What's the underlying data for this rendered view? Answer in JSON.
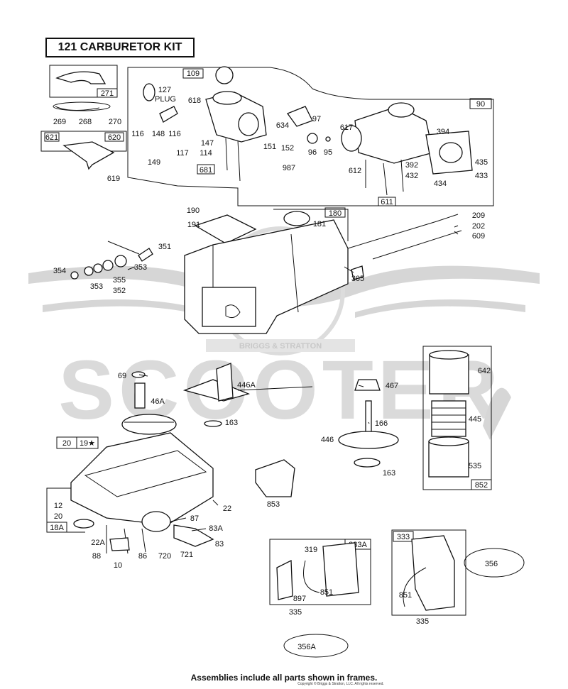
{
  "title": "121 CARBURETOR KIT",
  "footer": "Assemblies include all parts shown in frames.",
  "copyright": "Copyright © Briggs & Stratton, LLC. All rights reserved.",
  "watermark": {
    "brand": "SCOOTER",
    "badge": "BRIGGS & STRATTON",
    "color": "#d6d6d6"
  },
  "frames": [
    {
      "id": "frame-271",
      "label": "271"
    },
    {
      "id": "frame-620",
      "label": "620"
    },
    {
      "id": "frame-109",
      "label": "109"
    },
    {
      "id": "frame-681",
      "label": "681"
    },
    {
      "id": "frame-90",
      "label": "90"
    },
    {
      "id": "frame-611",
      "label": "611"
    },
    {
      "id": "frame-180",
      "label": "180"
    },
    {
      "id": "frame-852",
      "label": "852"
    },
    {
      "id": "frame-20",
      "label": "20"
    },
    {
      "id": "frame-19",
      "label": "19★"
    },
    {
      "id": "frame-18a",
      "label": "18A"
    },
    {
      "id": "frame-333a",
      "label": "333A"
    },
    {
      "id": "frame-333",
      "label": "333"
    }
  ],
  "callouts": [
    {
      "id": "c269",
      "label": "269"
    },
    {
      "id": "c268",
      "label": "268"
    },
    {
      "id": "c270",
      "label": "270"
    },
    {
      "id": "c621",
      "label": "621"
    },
    {
      "id": "c619",
      "label": "619"
    },
    {
      "id": "c127",
      "label": "127"
    },
    {
      "id": "cplug",
      "label": "PLUG"
    },
    {
      "id": "c618",
      "label": "618"
    },
    {
      "id": "c116a",
      "label": "116"
    },
    {
      "id": "c148",
      "label": "148"
    },
    {
      "id": "c116b",
      "label": "116"
    },
    {
      "id": "c147",
      "label": "147"
    },
    {
      "id": "c117",
      "label": "117"
    },
    {
      "id": "c114",
      "label": "114"
    },
    {
      "id": "c149",
      "label": "149"
    },
    {
      "id": "c151",
      "label": "151"
    },
    {
      "id": "c152",
      "label": "152"
    },
    {
      "id": "c634",
      "label": "634"
    },
    {
      "id": "c97",
      "label": "97"
    },
    {
      "id": "c96",
      "label": "96"
    },
    {
      "id": "c95",
      "label": "95"
    },
    {
      "id": "c987",
      "label": "987"
    },
    {
      "id": "c617",
      "label": "617"
    },
    {
      "id": "c612",
      "label": "612"
    },
    {
      "id": "c394",
      "label": "394"
    },
    {
      "id": "c435",
      "label": "435"
    },
    {
      "id": "c392",
      "label": "392"
    },
    {
      "id": "c432",
      "label": "432"
    },
    {
      "id": "c433",
      "label": "433"
    },
    {
      "id": "c434",
      "label": "434"
    },
    {
      "id": "c190",
      "label": "190"
    },
    {
      "id": "c191",
      "label": "191"
    },
    {
      "id": "c181",
      "label": "181"
    },
    {
      "id": "c209",
      "label": "209"
    },
    {
      "id": "c202",
      "label": "202"
    },
    {
      "id": "c609",
      "label": "609"
    },
    {
      "id": "c351",
      "label": "351"
    },
    {
      "id": "c354",
      "label": "354"
    },
    {
      "id": "c353a",
      "label": "353"
    },
    {
      "id": "c353b",
      "label": "353"
    },
    {
      "id": "c355",
      "label": "355"
    },
    {
      "id": "c352",
      "label": "352"
    },
    {
      "id": "c305",
      "label": "305"
    },
    {
      "id": "c69",
      "label": "69"
    },
    {
      "id": "c46a",
      "label": "46A"
    },
    {
      "id": "c446a",
      "label": "446A"
    },
    {
      "id": "c163a",
      "label": "163"
    },
    {
      "id": "c467",
      "label": "467"
    },
    {
      "id": "c166",
      "label": "166"
    },
    {
      "id": "c446",
      "label": "446"
    },
    {
      "id": "c163b",
      "label": "163"
    },
    {
      "id": "c642",
      "label": "642"
    },
    {
      "id": "c445",
      "label": "445"
    },
    {
      "id": "c535",
      "label": "535"
    },
    {
      "id": "c853",
      "label": "853"
    },
    {
      "id": "c12",
      "label": "12"
    },
    {
      "id": "c20b",
      "label": "20"
    },
    {
      "id": "c22a",
      "label": "22"
    },
    {
      "id": "c22b",
      "label": "22A"
    },
    {
      "id": "c87",
      "label": "87"
    },
    {
      "id": "c83a",
      "label": "83A"
    },
    {
      "id": "c83",
      "label": "83"
    },
    {
      "id": "c88",
      "label": "88"
    },
    {
      "id": "c86",
      "label": "86"
    },
    {
      "id": "c720",
      "label": "720"
    },
    {
      "id": "c721",
      "label": "721"
    },
    {
      "id": "c10",
      "label": "10"
    },
    {
      "id": "c319",
      "label": "319"
    },
    {
      "id": "c897",
      "label": "897"
    },
    {
      "id": "c851a",
      "label": "851"
    },
    {
      "id": "c335a",
      "label": "335"
    },
    {
      "id": "c356a",
      "label": "356A"
    },
    {
      "id": "c851b",
      "label": "851"
    },
    {
      "id": "c335b",
      "label": "335"
    },
    {
      "id": "c356",
      "label": "356"
    }
  ]
}
